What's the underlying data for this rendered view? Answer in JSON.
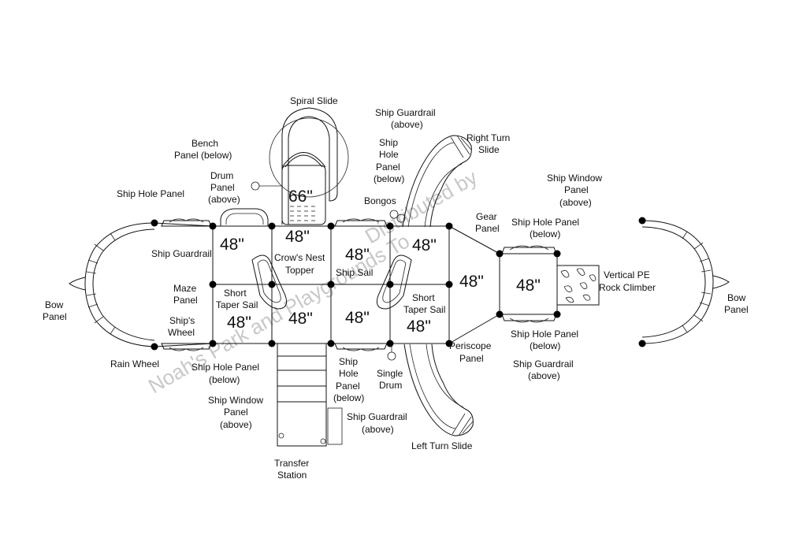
{
  "labels": {
    "spiral_slide": "Spiral Slide",
    "ship_guardrail_above_top": [
      "Ship Guardrail",
      "(above)"
    ],
    "right_turn_slide": [
      "Right Turn",
      "Slide"
    ],
    "bench_panel": [
      "Bench",
      "Panel (below)"
    ],
    "drum_panel": [
      "Drum",
      "Panel",
      "(above)"
    ],
    "ship_hole_panel_below_top": [
      "Ship",
      "Hole",
      "Panel",
      "(below)"
    ],
    "ship_window_panel_above_right": [
      "Ship Window",
      "Panel",
      "(above)"
    ],
    "ship_hole_panel_left": "Ship Hole Panel",
    "bongos": "Bongos",
    "gear_panel": [
      "Gear",
      "Panel"
    ],
    "ship_hole_panel_below_right_top": [
      "Ship Hole Panel",
      "(below)"
    ],
    "ship_guardrail_left": "Ship Guardrail",
    "crows_nest_topper": [
      "Crow's Nest",
      "Topper"
    ],
    "ship_sail": "Ship Sail",
    "vertical_pe_rock_climber": [
      "Vertical PE",
      "Rock Climber"
    ],
    "maze_panel": [
      "Maze",
      "Panel"
    ],
    "short_taper_sail_left": [
      "Short",
      "Taper Sail"
    ],
    "short_taper_sail_right": [
      "Short",
      "Taper Sail"
    ],
    "bow_panel_left": [
      "Bow",
      "Panel"
    ],
    "bow_panel_right": [
      "Bow",
      "Panel"
    ],
    "ships_wheel": [
      "Ship's",
      "Wheel"
    ],
    "ship_hole_panel_below_right_bottom": [
      "Ship Hole Panel",
      "(below)"
    ],
    "periscope_panel": [
      "Periscope",
      "Panel"
    ],
    "rain_wheel": "Rain Wheel",
    "ship_hole_panel_below_bottom_left": [
      "Ship Hole Panel",
      "(below)"
    ],
    "ship_hole_panel_below_bottom_mid": [
      "Ship",
      "Hole",
      "Panel",
      "(below)"
    ],
    "single_drum": [
      "Single",
      "Drum"
    ],
    "ship_guardrail_above_right": [
      "Ship Guardrail",
      "(above)"
    ],
    "ship_window_panel_above_bottom": [
      "Ship Window",
      "Panel",
      "(above)"
    ],
    "ship_guardrail_above_bottom": [
      "Ship Guardrail",
      "(above)"
    ],
    "left_turn_slide": "Left Turn Slide",
    "transfer_station": [
      "Transfer",
      "Station"
    ]
  },
  "deck_heights": {
    "d1": "48\"",
    "d2": "48\"",
    "d3": "48\"",
    "d4": "48\"",
    "d5": "48\"",
    "d6": "48\"",
    "d7": "48\"",
    "d8": "48\"",
    "d9": "48\"",
    "d10": "48\"",
    "tower": "66\""
  },
  "watermark": "Noah's Park and Playgrounds To",
  "watermark_top": "Distributed by"
}
